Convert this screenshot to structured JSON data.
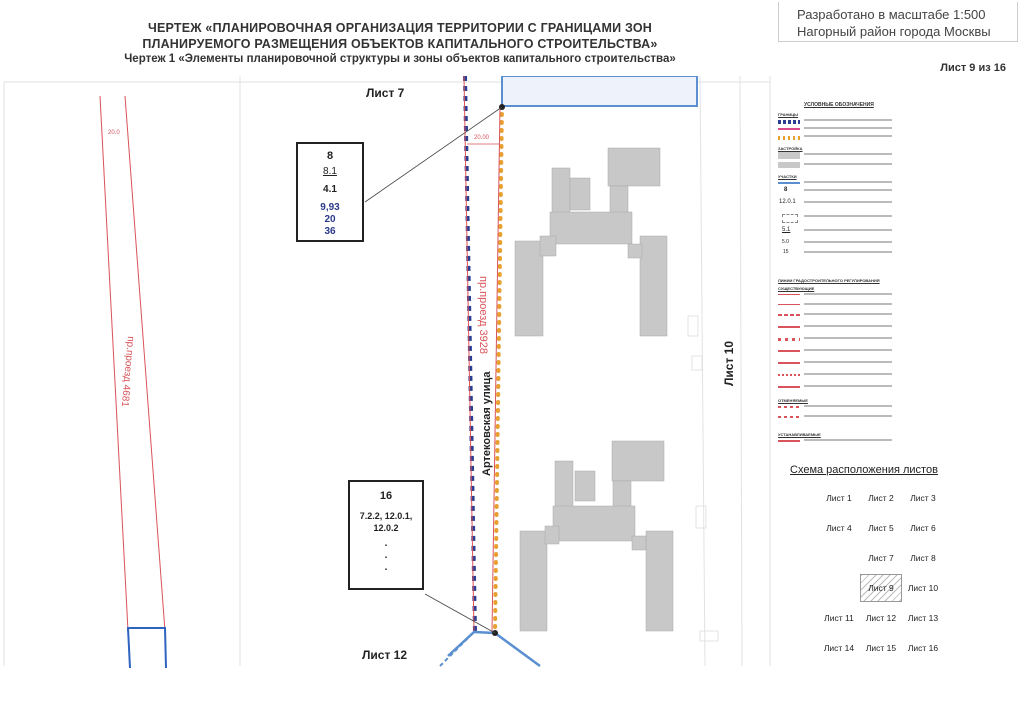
{
  "header": {
    "title_line1": "ЧЕРТЕЖ «ПЛАНИРОВОЧНАЯ ОРГАНИЗАЦИЯ ТЕРРИТОРИИ С ГРАНИЦАМИ ЗОН",
    "title_line2": "ПЛАНИРУЕМОГО РАЗМЕЩЕНИЯ ОБЪЕКТОВ КАПИТАЛЬНОГО СТРОИТЕЛЬСТВА»",
    "title_line3": "Чертеж 1 «Элементы планировочной структуры и зоны объектов капитального строительства»",
    "scale": "Разработано в масштабе 1:500",
    "district": "Нагорный район города Москвы",
    "sheet": "Лист 9 из 16"
  },
  "map": {
    "sheet_top": "Лист 7",
    "sheet_bottom": "Лист 12",
    "sheet_right": "Лист 10",
    "street": "Артековская улица",
    "road_1": "пр.проезд 3928",
    "road_2": "пр.проезд 4681",
    "width_1": "20.00",
    "width_2": "20.0",
    "box1": {
      "zone": "8",
      "block": "8.1",
      "code": "4.1",
      "v1": "9,93",
      "v2": "20",
      "v3": "36"
    },
    "box2": {
      "zone": "16",
      "codes_1": "7.2.2, 12.0.1,",
      "codes_2": "12.0.2",
      "d1": ".",
      "d2": ".",
      "d3": "."
    }
  },
  "legend": {
    "title": "УСЛОВНЫЕ ОБОЗНАЧЕНИЯ",
    "section_1": "ГРАНИЦЫ",
    "section_2": "ЗАСТРОЙКА",
    "section_3": "УЧАСТКИ",
    "section_4": "ЛИНИИ ГРАДОСТРОИТЕЛЬНОГО РЕГУЛИРОВАНИЯ",
    "section_5": "СУЩЕСТВУЮЩИЕ",
    "section_6": "ОТМЕНЯЕМЫЕ",
    "section_7": "УСТАНАВЛИВАЕМЫЕ",
    "sym_1": "8",
    "sym_2": "12.0.1",
    "sym_3": "5.1",
    "sym_4": "5.0",
    "sym_5": "15"
  },
  "scheme": {
    "title": "Схема расположения листов",
    "cells": [
      "Лист 1",
      "Лист 2",
      "Лист 3",
      "Лист 4",
      "Лист 5",
      "Лист 6",
      "Лист 7",
      "Лист 8",
      "Лист 9",
      "Лист 10",
      "Лист 11",
      "Лист 12",
      "Лист 13",
      "Лист 14",
      "Лист 15",
      "Лист 16"
    ]
  },
  "colors": {
    "red_line": "#d9535a",
    "blue_boundary": "#2a3f94",
    "yellow_boundary": "#e8a030",
    "building": "#c8c8c8",
    "light_blue": "#5a8fd0"
  }
}
